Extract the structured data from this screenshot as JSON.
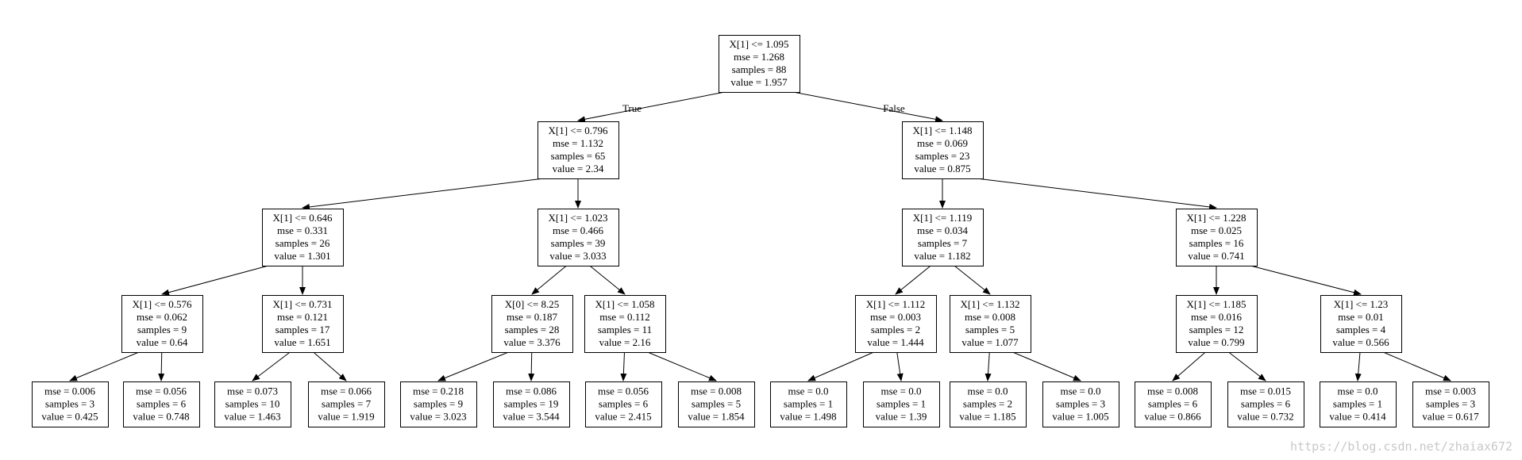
{
  "tree": {
    "nodes": [
      {
        "id": "n0",
        "lines": [
          "X[1] <= 1.095",
          "mse = 1.268",
          "samples = 88",
          "value = 1.957"
        ]
      },
      {
        "id": "n1",
        "lines": [
          "X[1] <= 0.796",
          "mse = 1.132",
          "samples = 65",
          "value = 2.34"
        ]
      },
      {
        "id": "n2",
        "lines": [
          "X[1] <= 1.148",
          "mse = 0.069",
          "samples = 23",
          "value = 0.875"
        ]
      },
      {
        "id": "n3",
        "lines": [
          "X[1] <= 0.646",
          "mse = 0.331",
          "samples = 26",
          "value = 1.301"
        ]
      },
      {
        "id": "n4",
        "lines": [
          "X[1] <= 1.023",
          "mse = 0.466",
          "samples = 39",
          "value = 3.033"
        ]
      },
      {
        "id": "n5",
        "lines": [
          "X[1] <= 1.119",
          "mse = 0.034",
          "samples = 7",
          "value = 1.182"
        ]
      },
      {
        "id": "n6",
        "lines": [
          "X[1] <= 1.228",
          "mse = 0.025",
          "samples = 16",
          "value = 0.741"
        ]
      },
      {
        "id": "n7",
        "lines": [
          "X[1] <= 0.576",
          "mse = 0.062",
          "samples = 9",
          "value = 0.64"
        ]
      },
      {
        "id": "n8",
        "lines": [
          "X[1] <= 0.731",
          "mse = 0.121",
          "samples = 17",
          "value = 1.651"
        ]
      },
      {
        "id": "n9",
        "lines": [
          "X[0] <= 8.25",
          "mse = 0.187",
          "samples = 28",
          "value = 3.376"
        ]
      },
      {
        "id": "n10",
        "lines": [
          "X[1] <= 1.058",
          "mse = 0.112",
          "samples = 11",
          "value = 2.16"
        ]
      },
      {
        "id": "n11",
        "lines": [
          "X[1] <= 1.112",
          "mse = 0.003",
          "samples = 2",
          "value = 1.444"
        ]
      },
      {
        "id": "n12",
        "lines": [
          "X[1] <= 1.132",
          "mse = 0.008",
          "samples = 5",
          "value = 1.077"
        ]
      },
      {
        "id": "n13",
        "lines": [
          "X[1] <= 1.185",
          "mse = 0.016",
          "samples = 12",
          "value = 0.799"
        ]
      },
      {
        "id": "n14",
        "lines": [
          "X[1] <= 1.23",
          "mse = 0.01",
          "samples = 4",
          "value = 0.566"
        ]
      },
      {
        "id": "n15",
        "lines": [
          "mse = 0.006",
          "samples = 3",
          "value = 0.425"
        ]
      },
      {
        "id": "n16",
        "lines": [
          "mse = 0.056",
          "samples = 6",
          "value = 0.748"
        ]
      },
      {
        "id": "n17",
        "lines": [
          "mse = 0.073",
          "samples = 10",
          "value = 1.463"
        ]
      },
      {
        "id": "n18",
        "lines": [
          "mse = 0.066",
          "samples = 7",
          "value = 1.919"
        ]
      },
      {
        "id": "n19",
        "lines": [
          "mse = 0.218",
          "samples = 9",
          "value = 3.023"
        ]
      },
      {
        "id": "n20",
        "lines": [
          "mse = 0.086",
          "samples = 19",
          "value = 3.544"
        ]
      },
      {
        "id": "n21",
        "lines": [
          "mse = 0.056",
          "samples = 6",
          "value = 2.415"
        ]
      },
      {
        "id": "n22",
        "lines": [
          "mse = 0.008",
          "samples = 5",
          "value = 1.854"
        ]
      },
      {
        "id": "n23",
        "lines": [
          "mse = 0.0",
          "samples = 1",
          "value = 1.498"
        ]
      },
      {
        "id": "n24",
        "lines": [
          "mse = 0.0",
          "samples = 1",
          "value = 1.39"
        ]
      },
      {
        "id": "n25",
        "lines": [
          "mse = 0.0",
          "samples = 2",
          "value = 1.185"
        ]
      },
      {
        "id": "n26",
        "lines": [
          "mse = 0.0",
          "samples = 3",
          "value = 1.005"
        ]
      },
      {
        "id": "n27",
        "lines": [
          "mse = 0.008",
          "samples = 6",
          "value = 0.866"
        ]
      },
      {
        "id": "n28",
        "lines": [
          "mse = 0.015",
          "samples = 6",
          "value = 0.732"
        ]
      },
      {
        "id": "n29",
        "lines": [
          "mse = 0.0",
          "samples = 1",
          "value = 0.414"
        ]
      },
      {
        "id": "n30",
        "lines": [
          "mse = 0.003",
          "samples = 3",
          "value = 0.617"
        ]
      }
    ],
    "edges": [
      {
        "from": "n0",
        "to": "n1",
        "label": "True"
      },
      {
        "from": "n0",
        "to": "n2",
        "label": "False"
      },
      {
        "from": "n1",
        "to": "n3"
      },
      {
        "from": "n1",
        "to": "n4"
      },
      {
        "from": "n2",
        "to": "n5"
      },
      {
        "from": "n2",
        "to": "n6"
      },
      {
        "from": "n3",
        "to": "n7"
      },
      {
        "from": "n3",
        "to": "n8"
      },
      {
        "from": "n4",
        "to": "n9"
      },
      {
        "from": "n4",
        "to": "n10"
      },
      {
        "from": "n5",
        "to": "n11"
      },
      {
        "from": "n5",
        "to": "n12"
      },
      {
        "from": "n6",
        "to": "n13"
      },
      {
        "from": "n6",
        "to": "n14"
      },
      {
        "from": "n7",
        "to": "n15"
      },
      {
        "from": "n7",
        "to": "n16"
      },
      {
        "from": "n8",
        "to": "n17"
      },
      {
        "from": "n8",
        "to": "n18"
      },
      {
        "from": "n9",
        "to": "n19"
      },
      {
        "from": "n9",
        "to": "n20"
      },
      {
        "from": "n10",
        "to": "n21"
      },
      {
        "from": "n10",
        "to": "n22"
      },
      {
        "from": "n11",
        "to": "n23"
      },
      {
        "from": "n11",
        "to": "n24"
      },
      {
        "from": "n12",
        "to": "n25"
      },
      {
        "from": "n12",
        "to": "n26"
      },
      {
        "from": "n13",
        "to": "n27"
      },
      {
        "from": "n13",
        "to": "n28"
      },
      {
        "from": "n14",
        "to": "n29"
      },
      {
        "from": "n14",
        "to": "n30"
      }
    ]
  },
  "watermark": "https://blog.csdn.net/zhaiax672"
}
